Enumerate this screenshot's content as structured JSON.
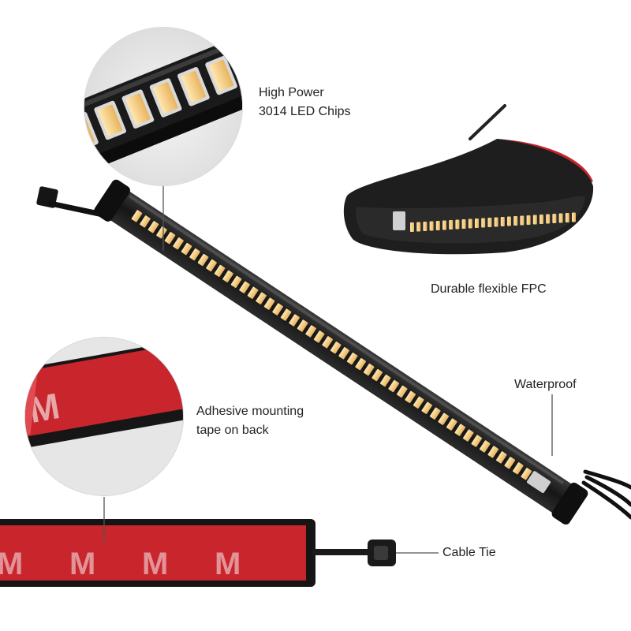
{
  "callouts": {
    "chips": {
      "line1": "High Power",
      "line2": "3014 LED Chips"
    },
    "fpc": "Durable flexible FPC",
    "waterproof": "Waterproof",
    "tape": {
      "line1": "Adhesive mounting",
      "line2": "tape on back"
    },
    "cable_tie": "Cable Tie"
  },
  "colors": {
    "background": "#ffffff",
    "housing": "#1c1c1c",
    "led_warm": "#f3d79a",
    "adhesive_red": "#c8252c",
    "callout_text": "#222222",
    "leader_line": "#555555"
  }
}
